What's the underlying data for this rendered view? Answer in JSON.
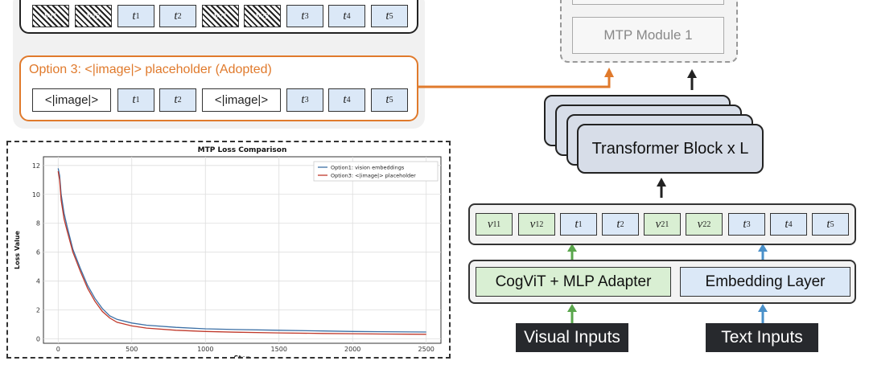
{
  "option1_tokens": [
    {
      "base": "v",
      "sub": "11",
      "kind": "hatch"
    },
    {
      "base": "v",
      "sub": "12",
      "kind": "hatch"
    },
    {
      "base": "t",
      "sub": "1",
      "kind": "txt"
    },
    {
      "base": "t",
      "sub": "2",
      "kind": "txt"
    },
    {
      "base": "v",
      "sub": "21",
      "kind": "hatch"
    },
    {
      "base": "v",
      "sub": "22",
      "kind": "hatch"
    },
    {
      "base": "t",
      "sub": "3",
      "kind": "txt"
    },
    {
      "base": "t",
      "sub": "4",
      "kind": "txt"
    },
    {
      "base": "t",
      "sub": "5",
      "kind": "txt"
    }
  ],
  "option3": {
    "title": "Option 3: <|image|> placeholder (Adopted)",
    "tokens": [
      {
        "text": "<|image|>",
        "kind": "img"
      },
      {
        "base": "t",
        "sub": "1",
        "kind": "txt"
      },
      {
        "base": "t",
        "sub": "2",
        "kind": "txt"
      },
      {
        "text": "<|image|>",
        "kind": "img"
      },
      {
        "base": "t",
        "sub": "3",
        "kind": "txt"
      },
      {
        "base": "t",
        "sub": "4",
        "kind": "txt"
      },
      {
        "base": "t",
        "sub": "5",
        "kind": "txt"
      }
    ]
  },
  "architecture": {
    "mtp_module": "MTP Module 1",
    "transformer_block": "Transformer Block x L",
    "sequence": [
      {
        "base": "v",
        "sub": "11",
        "kind": "vis"
      },
      {
        "base": "v",
        "sub": "12",
        "kind": "vis"
      },
      {
        "base": "t",
        "sub": "1",
        "kind": "txt"
      },
      {
        "base": "t",
        "sub": "2",
        "kind": "txt"
      },
      {
        "base": "v",
        "sub": "21",
        "kind": "vis"
      },
      {
        "base": "v",
        "sub": "22",
        "kind": "vis"
      },
      {
        "base": "t",
        "sub": "3",
        "kind": "txt"
      },
      {
        "base": "t",
        "sub": "4",
        "kind": "txt"
      },
      {
        "base": "t",
        "sub": "5",
        "kind": "txt"
      }
    ],
    "encoder": "CogViT + MLP Adapter",
    "embedding": "Embedding Layer",
    "visual_inputs": "Visual Inputs",
    "text_inputs": "Text Inputs"
  },
  "colors": {
    "orange": "#e07a2c",
    "green_arrow": "#5aa64c",
    "blue_arrow": "#4a90c9",
    "series1": "#3b6fa5",
    "series2": "#c0392b"
  },
  "chart_data": {
    "type": "line",
    "title": "MTP Loss Comparison",
    "xlabel": "Step",
    "ylabel": "Loss Value",
    "xlim": [
      -100,
      2600
    ],
    "ylim": [
      -0.3,
      12.6
    ],
    "xticks": [
      0,
      500,
      1000,
      1500,
      2000,
      2500
    ],
    "yticks": [
      0,
      2,
      4,
      6,
      8,
      10,
      12
    ],
    "grid": true,
    "legend": "top-right",
    "series": [
      {
        "name": "Option1: vision embeddings",
        "x": [
          0,
          10,
          20,
          40,
          60,
          100,
          150,
          200,
          250,
          300,
          350,
          400,
          500,
          600,
          800,
          1000,
          1200,
          1500,
          1800,
          2000,
          2200,
          2500
        ],
        "y": [
          11.8,
          11.3,
          10.0,
          8.7,
          7.8,
          6.2,
          4.9,
          3.7,
          2.8,
          2.1,
          1.6,
          1.35,
          1.1,
          0.95,
          0.8,
          0.7,
          0.65,
          0.6,
          0.55,
          0.52,
          0.5,
          0.48
        ]
      },
      {
        "name": "Option3: <|image|> placeholder",
        "x": [
          0,
          10,
          20,
          40,
          60,
          100,
          150,
          200,
          250,
          300,
          350,
          400,
          500,
          600,
          800,
          1000,
          1200,
          1500,
          1800,
          2000,
          2200,
          2500
        ],
        "y": [
          11.6,
          11.0,
          9.6,
          8.3,
          7.5,
          6.0,
          4.7,
          3.5,
          2.6,
          1.9,
          1.45,
          1.15,
          0.9,
          0.75,
          0.6,
          0.52,
          0.47,
          0.42,
          0.38,
          0.36,
          0.34,
          0.32
        ]
      }
    ]
  }
}
